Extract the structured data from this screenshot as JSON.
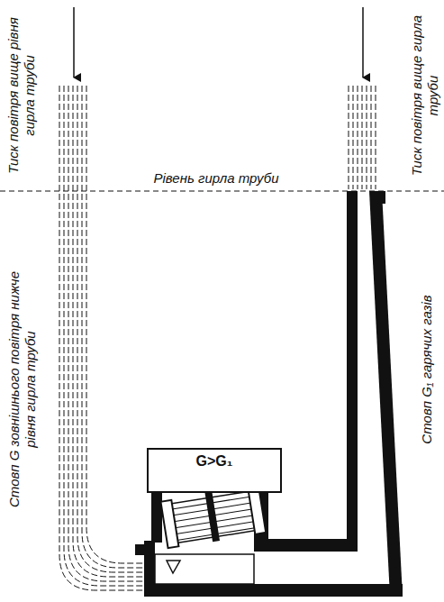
{
  "diagram": {
    "nodes": [
      {
        "text": [
          "G>G₁"
        ]
      }
    ],
    "labels": [
      "Тиск повітря вище рівня гирла труби",
      "Рівень гирла труби",
      "Тиск повітря вище гирла труби",
      "Стовп G зовнішнього повітря нижче рівня гирла труби",
      "Стовп G₁ гарячих газів"
    ]
  }
}
